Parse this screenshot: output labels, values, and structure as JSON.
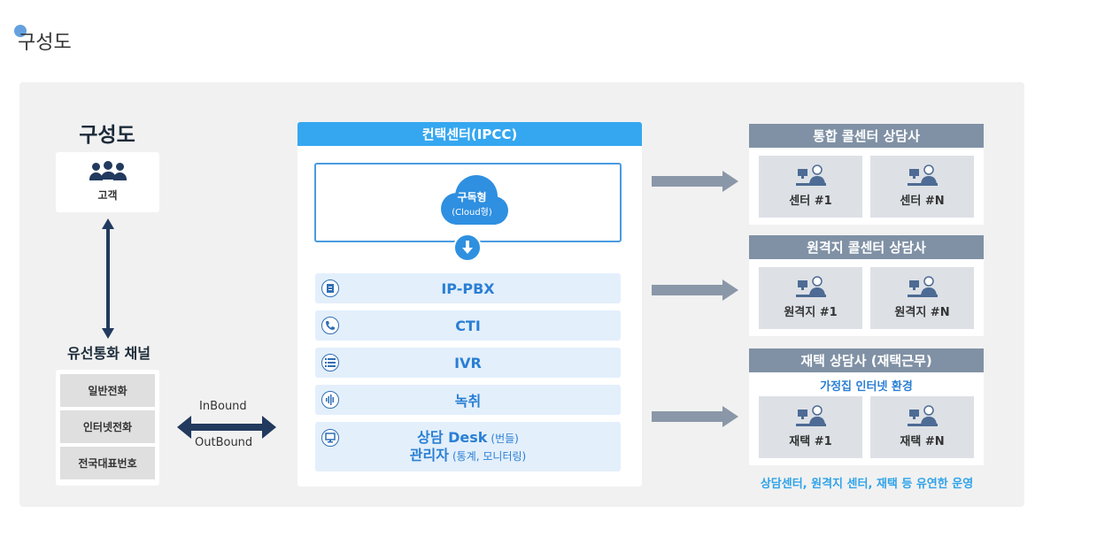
{
  "page_heading": "구성도",
  "diagram": {
    "title": "구성도",
    "customer_label": "고객",
    "channel_title": "유선통화 채널",
    "channels": [
      "일반전화",
      "인터넷전화",
      "전국대표번호"
    ],
    "inbound_label": "InBound",
    "outbound_label": "OutBound",
    "center": {
      "header": "컨택센터(IPCC)",
      "cloud_title": "구독형",
      "cloud_subtitle": "(Cloud형)",
      "modules": {
        "ippbx": "IP-PBX",
        "cti": "CTI",
        "ivr": "IVR",
        "record": "녹취",
        "desk_main": "상담 Desk",
        "desk_sub": "(번들)",
        "admin_main": "관리자",
        "admin_sub": "(통계, 모니터링)"
      }
    },
    "targets": [
      {
        "header": "통합 콜센터 상담사",
        "agents": [
          "센터 #1",
          "센터 #N"
        ]
      },
      {
        "header": "원격지 콜센터 상담사",
        "agents": [
          "원격지 #1",
          "원격지 #N"
        ]
      },
      {
        "header": "재택 상담사 (재택근무)",
        "note": "가정집 인터넷 환경",
        "agents": [
          "재택 #1",
          "재택 #N"
        ]
      }
    ],
    "footnote": "상담센터, 원격지 센터, 재택 등 유연한 운영"
  },
  "colors": {
    "center_header": "#35a7f0",
    "module_bg": "#e3effb",
    "module_text": "#2a7fd4",
    "target_header": "#8091a5",
    "agent_bg": "#dde1e6",
    "arrow_gray": "#8a97a8",
    "navy": "#213a5e",
    "footnote": "#2fa3ea"
  }
}
